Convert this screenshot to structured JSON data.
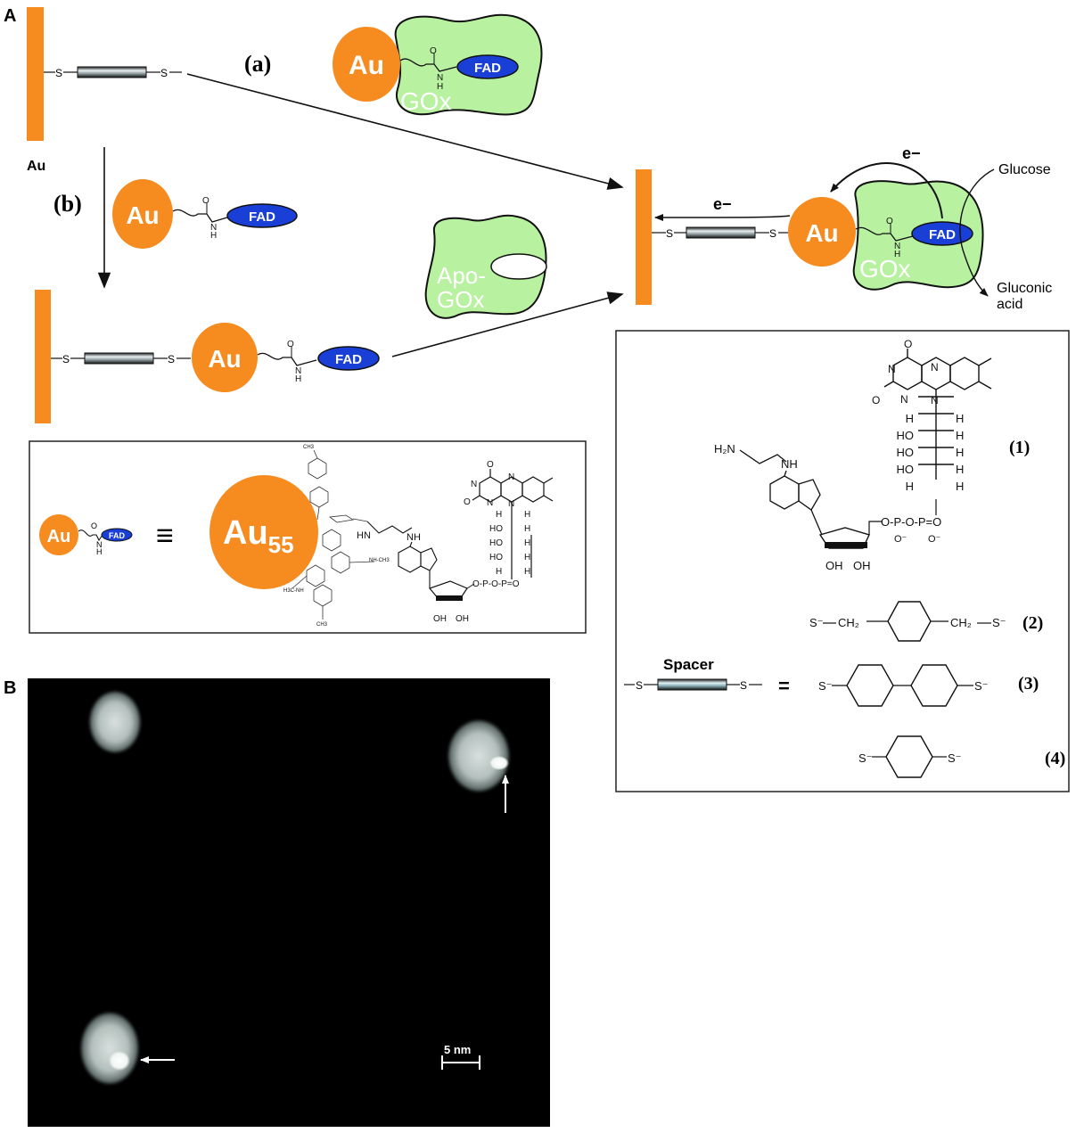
{
  "colors": {
    "gold": "#f68b1f",
    "enzyme": "#b8f2a0",
    "fad": "#1a3fd6",
    "ink": "#111111",
    "micrograph_bg": "#000000"
  },
  "panel_a": {
    "label": "A",
    "electrode_label": "Au",
    "route_a": "(a)",
    "route_b": "(b)",
    "sulfur": "S",
    "au_particle": "Au",
    "fad": "FAD",
    "gox": "GOx",
    "apo_gox_line1": "Apo-",
    "apo_gox_line2": "GOx",
    "amide_o": "O",
    "amide_n": "N",
    "amide_h": "H",
    "electron": "e−",
    "glucose": "Glucose",
    "gluconic_line1": "Gluconic",
    "gluconic_line2": "acid"
  },
  "au55_box": {
    "small_au": "Au",
    "small_fad": "FAD",
    "equiv": "≡",
    "au55_base": "Au",
    "au55_sub": "55",
    "flavin_labels": [
      "O",
      "N",
      "O",
      "N",
      "N",
      "N"
    ],
    "ribityl": [
      "H",
      "H",
      "HO",
      "H",
      "HO",
      "H",
      "HO",
      "H",
      "H",
      "H"
    ],
    "adenine_nh": "NH",
    "linker_hn": "HN",
    "phosphate": "O-P-O-P=O",
    "sugar_oh": [
      "OH",
      "OH"
    ]
  },
  "structures_box": {
    "compound_1": "(1)",
    "compound_2": "(2)",
    "compound_3": "(3)",
    "compound_4": "(4)",
    "h2n": "H₂N",
    "nh": "NH",
    "ch2": "CH₂",
    "s_minus": "S⁻",
    "spacer_label": "Spacer",
    "equals": "=",
    "ribityl_left": [
      "H",
      "HO",
      "HO",
      "HO",
      "H"
    ],
    "ribityl_right": [
      "H",
      "H",
      "H",
      "H",
      "H"
    ],
    "sugar_oh": [
      "OH",
      "OH"
    ],
    "o_minus": "O⁻"
  },
  "panel_b": {
    "label": "B",
    "scale_bar": "5 nm"
  }
}
